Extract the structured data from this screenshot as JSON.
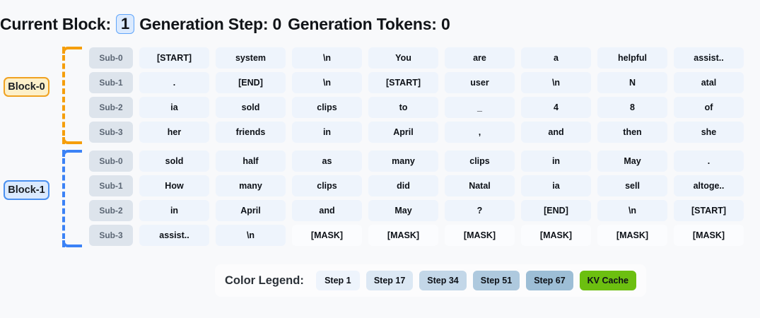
{
  "header": {
    "current_block_label": "Current Block:",
    "current_block_value": "1",
    "generation_step": "Generation Step: 0",
    "generation_tokens": "Generation Tokens: 0"
  },
  "blocks": [
    {
      "label": "Block-0",
      "accent": "#f59e0b",
      "rows": [
        {
          "sub_label": "Sub-0",
          "tokens": [
            "[START]",
            "system",
            "\\n",
            "You",
            "are",
            "a",
            "helpful",
            "assist.."
          ]
        },
        {
          "sub_label": "Sub-1",
          "tokens": [
            ".",
            "[END]",
            "\\n",
            "[START]",
            "user",
            "\\n",
            "N",
            "atal"
          ]
        },
        {
          "sub_label": "Sub-2",
          "tokens": [
            "ia",
            "sold",
            "clips",
            "to",
            "_",
            "4",
            "8",
            "of"
          ]
        },
        {
          "sub_label": "Sub-3",
          "tokens": [
            "her",
            "friends",
            "in",
            "April",
            ",",
            "and",
            "then",
            "she"
          ]
        }
      ]
    },
    {
      "label": "Block-1",
      "accent": "#3b82f6",
      "rows": [
        {
          "sub_label": "Sub-0",
          "tokens": [
            "sold",
            "half",
            "as",
            "many",
            "clips",
            "in",
            "May",
            "."
          ]
        },
        {
          "sub_label": "Sub-1",
          "tokens": [
            "How",
            "many",
            "clips",
            "did",
            "Natal",
            "ia",
            "sell",
            "altoge.."
          ]
        },
        {
          "sub_label": "Sub-2",
          "tokens": [
            "in",
            "April",
            "and",
            "May",
            "?",
            "[END]",
            "\\n",
            "[START]"
          ]
        },
        {
          "sub_label": "Sub-3",
          "tokens": [
            "assist..",
            "\\n",
            "[MASK]",
            "[MASK]",
            "[MASK]",
            "[MASK]",
            "[MASK]",
            "[MASK]"
          ]
        }
      ]
    }
  ],
  "legend": {
    "title": "Color Legend:",
    "items": [
      {
        "label": "Step 1",
        "color": "#eef4fc"
      },
      {
        "label": "Step 17",
        "color": "#dce8f4"
      },
      {
        "label": "Step 34",
        "color": "#c3d7e8"
      },
      {
        "label": "Step 51",
        "color": "#aec9de"
      },
      {
        "label": "Step 67",
        "color": "#9dbed6"
      },
      {
        "label": "KV Cache",
        "color": "#6cbf10"
      }
    ]
  },
  "colors": {
    "page_background": "#f8f9fb",
    "token_cell": "#eef4fc",
    "mask_cell": "#fbfcfe",
    "sub_label": "#dde4ec",
    "block0_accent": "#f59e0b",
    "block1_accent": "#3b82f6",
    "badge_background": "#dbeafe",
    "badge_border": "#60a5fa"
  }
}
